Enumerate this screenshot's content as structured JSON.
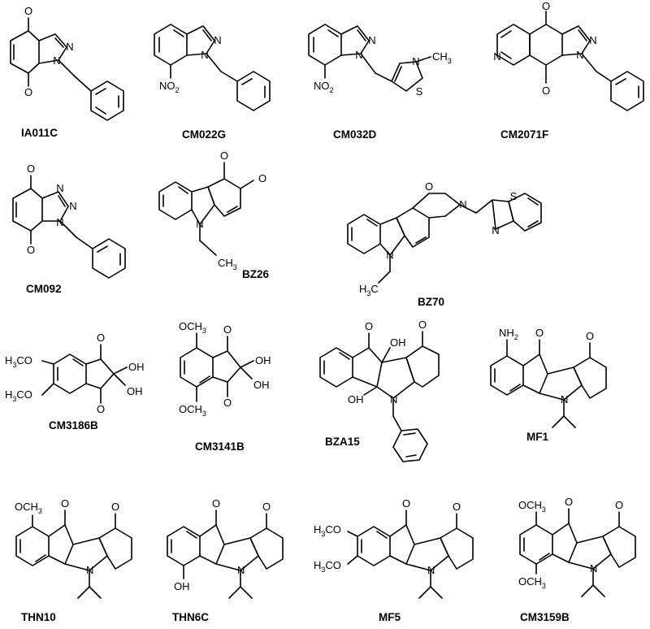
{
  "compounds": [
    {
      "key": "ia011c",
      "name": "IA011C"
    },
    {
      "key": "cm022g",
      "name": "CM022G"
    },
    {
      "key": "cm032d",
      "name": "CM032D"
    },
    {
      "key": "cm2071f",
      "name": "CM2071F"
    },
    {
      "key": "cm092",
      "name": "CM092"
    },
    {
      "key": "bz26",
      "name": "BZ26"
    },
    {
      "key": "bz70",
      "name": "BZ70"
    },
    {
      "key": "cm3186b",
      "name": "CM3186B"
    },
    {
      "key": "cm3141b",
      "name": "CM3141B"
    },
    {
      "key": "bza15",
      "name": "BZA15"
    },
    {
      "key": "mf1",
      "name": "MF1"
    },
    {
      "key": "thn10",
      "name": "THN10"
    },
    {
      "key": "thn6c",
      "name": "THN6C"
    },
    {
      "key": "mf5",
      "name": "MF5"
    },
    {
      "key": "cm3159b",
      "name": "CM3159B"
    }
  ],
  "atoms": {
    "O": "O",
    "N": "N",
    "S": "S",
    "OH": "OH",
    "NO": "NO",
    "two": "2",
    "H": "H",
    "three": "3",
    "C": "C",
    "CH": "CH",
    "NH": "NH",
    "OCH": "OCH",
    "H3CO_H": "H",
    "H3CO_CO": "CO"
  }
}
